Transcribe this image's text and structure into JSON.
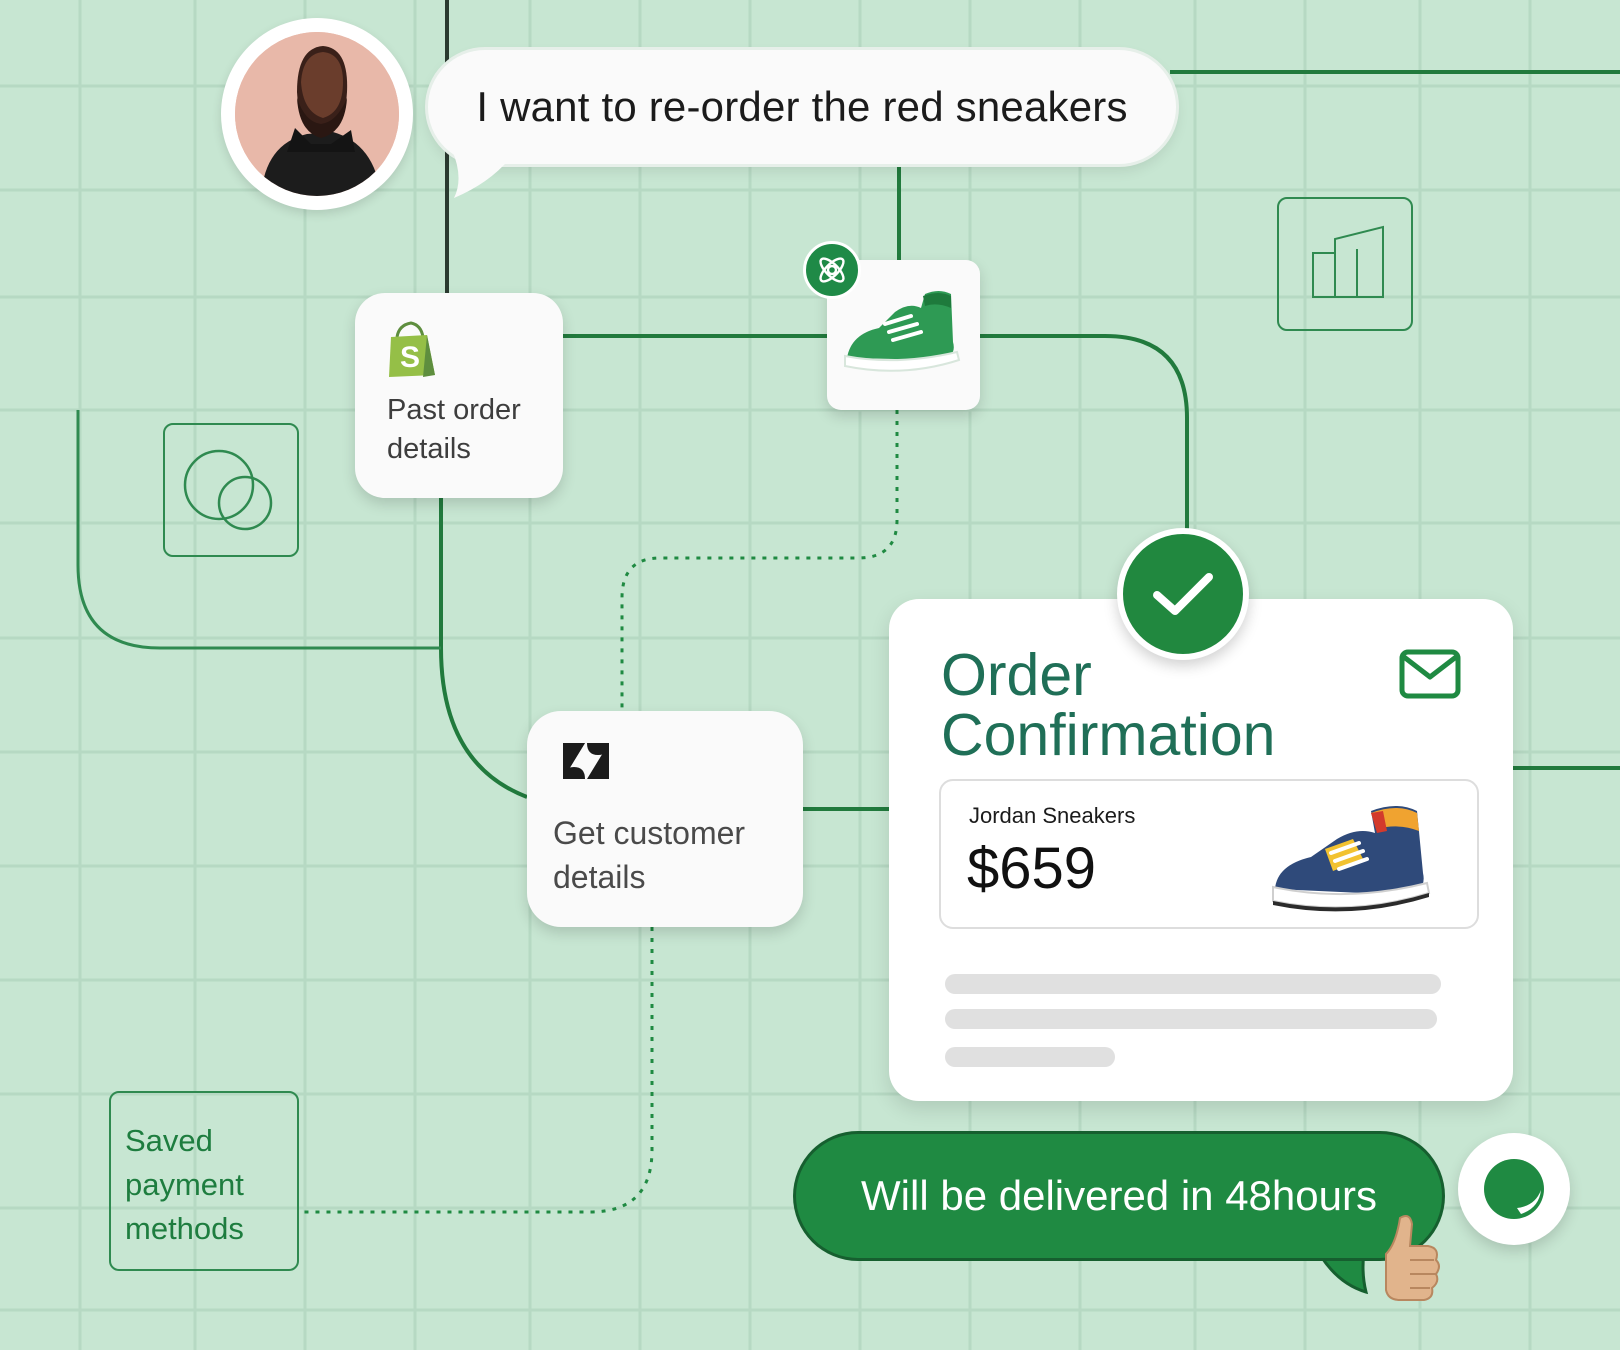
{
  "user_message": {
    "text": "I want to re-order the red sneakers",
    "avatar_icon": "person-avatar"
  },
  "steps": {
    "shopify": {
      "icon": "shopify-bag-icon",
      "label": "Past order details"
    },
    "product_lookup": {
      "icon": "green-sneaker-image",
      "badge_icon": "atom-icon"
    },
    "zendesk": {
      "icon": "zendesk-logo-icon",
      "label": "Get customer details"
    },
    "payment": {
      "label": "Saved payment methods"
    }
  },
  "order_confirmation": {
    "title": "Order Confirmation",
    "status_icon": "checkmark-icon",
    "mail_icon": "envelope-icon",
    "product": {
      "name": "Jordan Sneakers",
      "price": "$659",
      "image": "blue-sneaker-image"
    }
  },
  "bot_message": {
    "text": "Will be delivered in 48hours",
    "avatar_icon": "brand-logo-icon",
    "reaction_icon": "thumbs-up-icon"
  },
  "decor_icons": [
    "circles-icon",
    "bar-chart-icon"
  ],
  "colors": {
    "background": "#c7e6d2",
    "accent_green": "#1f8a42",
    "title_teal": "#1f6f57",
    "line_green": "#2f8a50"
  }
}
